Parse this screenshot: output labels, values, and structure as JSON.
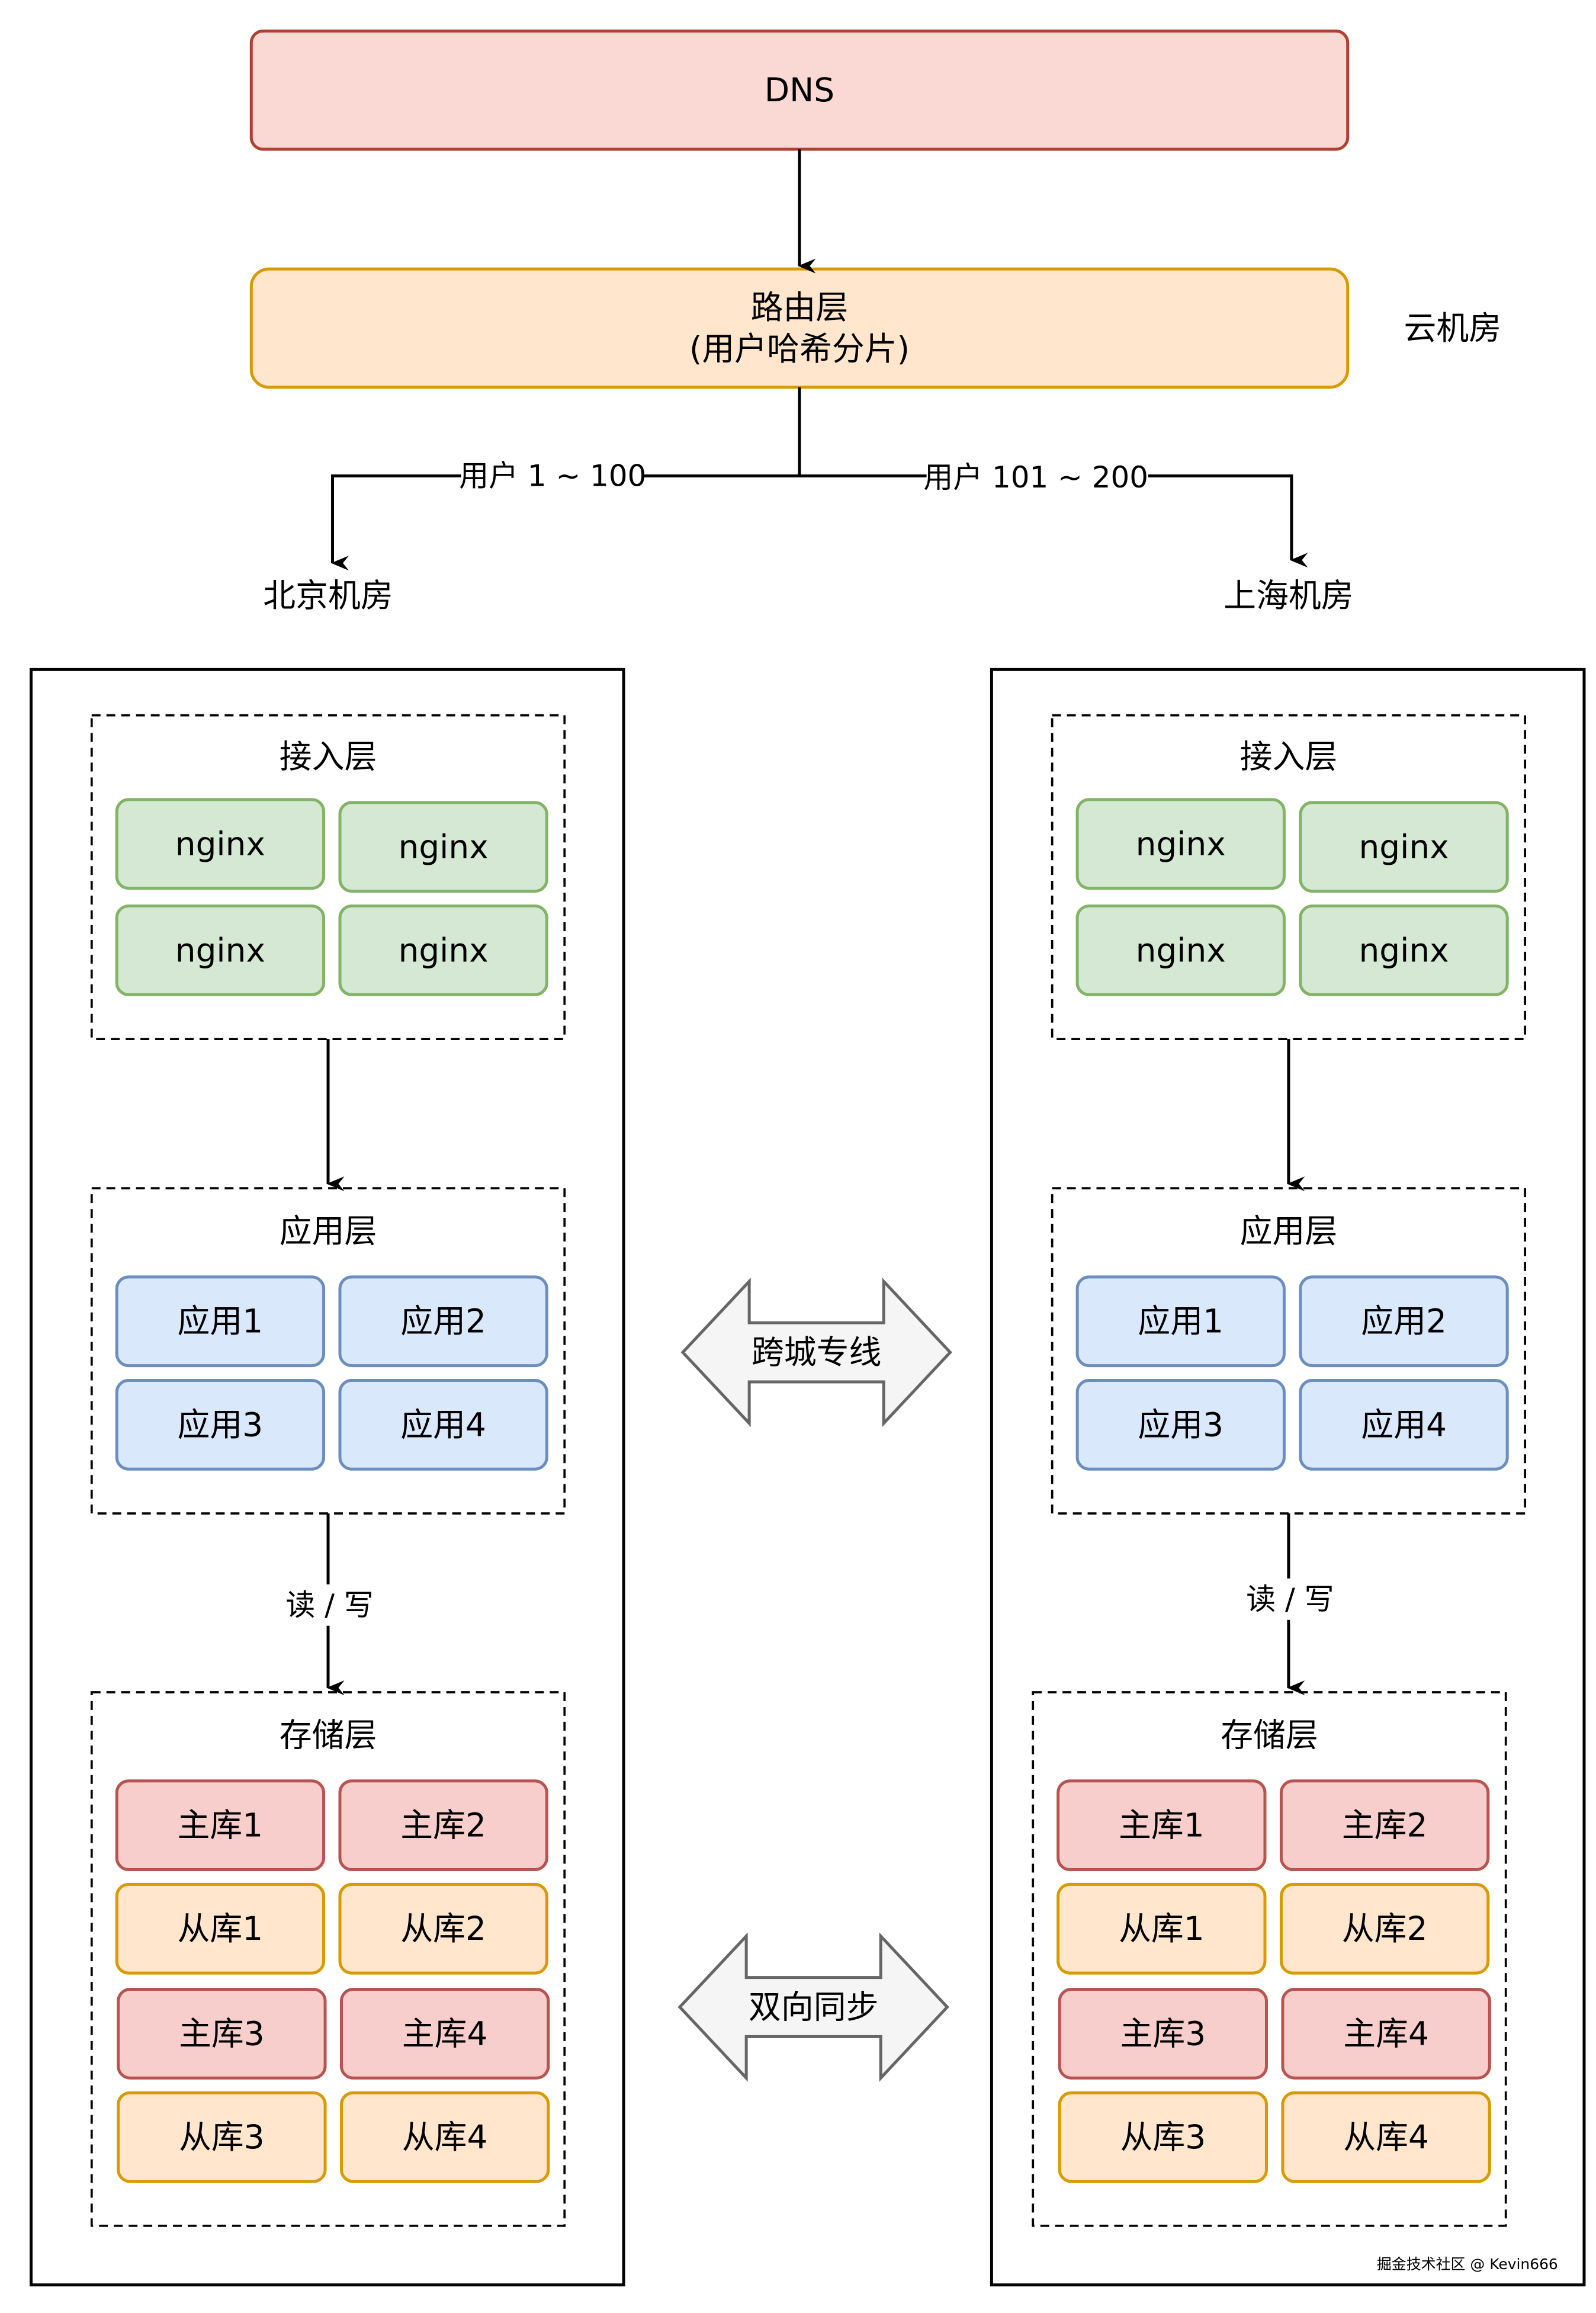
{
  "top": {
    "dns": "DNS",
    "router_line1": "路由层",
    "router_line2": "(用户哈希分片)",
    "cloud_label": "云机房",
    "route_left": "用户 1 ~ 100",
    "route_right": "用户 101 ~ 200"
  },
  "datacenters": [
    {
      "name": "北京机房",
      "access_title": "接入层",
      "access_nodes": [
        "nginx",
        "nginx",
        "nginx",
        "nginx"
      ],
      "app_title": "应用层",
      "app_nodes": [
        "应用1",
        "应用2",
        "应用3",
        "应用4"
      ],
      "rw_label": "读 / 写",
      "storage_title": "存储层",
      "storage_nodes": [
        {
          "label": "主库1",
          "role": "master"
        },
        {
          "label": "主库2",
          "role": "master"
        },
        {
          "label": "从库1",
          "role": "slave"
        },
        {
          "label": "从库2",
          "role": "slave"
        },
        {
          "label": "主库3",
          "role": "master"
        },
        {
          "label": "主库4",
          "role": "master"
        },
        {
          "label": "从库3",
          "role": "slave"
        },
        {
          "label": "从库4",
          "role": "slave"
        }
      ]
    },
    {
      "name": "上海机房",
      "access_title": "接入层",
      "access_nodes": [
        "nginx",
        "nginx",
        "nginx",
        "nginx"
      ],
      "app_title": "应用层",
      "app_nodes": [
        "应用1",
        "应用2",
        "应用3",
        "应用4"
      ],
      "rw_label": "读 / 写",
      "storage_title": "存储层",
      "storage_nodes": [
        {
          "label": "主库1",
          "role": "master"
        },
        {
          "label": "主库2",
          "role": "master"
        },
        {
          "label": "从库1",
          "role": "slave"
        },
        {
          "label": "从库2",
          "role": "slave"
        },
        {
          "label": "主库3",
          "role": "master"
        },
        {
          "label": "主库4",
          "role": "master"
        },
        {
          "label": "从库3",
          "role": "slave"
        },
        {
          "label": "从库4",
          "role": "slave"
        }
      ]
    }
  ],
  "links": {
    "cross_city": "跨城专线",
    "bidirectional_sync": "双向同步"
  },
  "watermark": "掘金技术社区 @ Kevin666",
  "colors": {
    "dns_fill": "#fad9d5",
    "dns_stroke": "#ae4132",
    "router_fill": "#ffe6cc",
    "router_stroke": "#d79b00",
    "nginx_fill": "#d5e8d4",
    "nginx_stroke": "#82b366",
    "app_fill": "#dae8fc",
    "app_stroke": "#6c8ebf",
    "master_fill": "#f8cecc",
    "master_stroke": "#b85450",
    "slave_fill": "#ffe6cc",
    "slave_stroke": "#d79b00",
    "arrow_fill": "#f5f5f5",
    "arrow_stroke": "#666666"
  }
}
